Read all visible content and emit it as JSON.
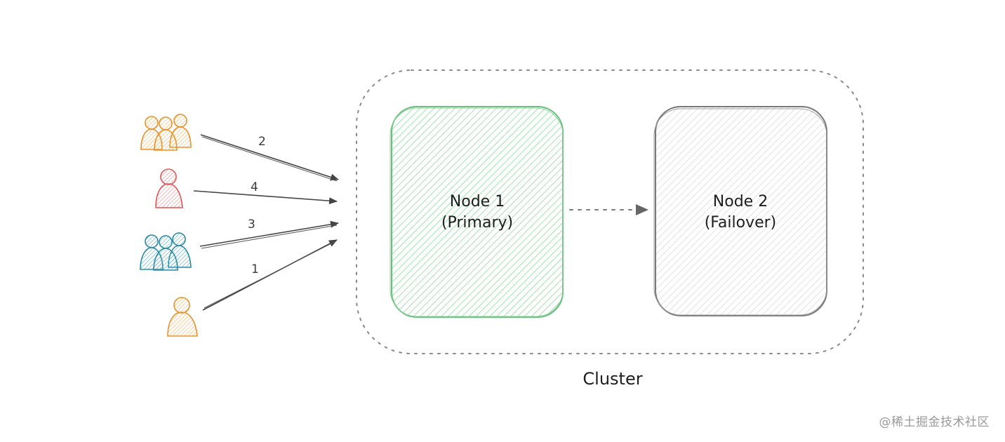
{
  "diagram": {
    "cluster_label": "Cluster",
    "nodes": [
      {
        "line1": "Node 1",
        "line2": "(Primary)",
        "fill": "#8fd9a4",
        "stroke": "#5fb574"
      },
      {
        "line1": "Node 2",
        "line2": "(Failover)",
        "fill": "#dadada",
        "stroke": "#777777"
      }
    ],
    "request_labels": [
      "2",
      "4",
      "3",
      "1"
    ],
    "user_colors": [
      "#f0a040",
      "#e25a5a",
      "#2b8aa3",
      "#f0a040"
    ]
  },
  "watermark": "@稀土掘金技术社区"
}
